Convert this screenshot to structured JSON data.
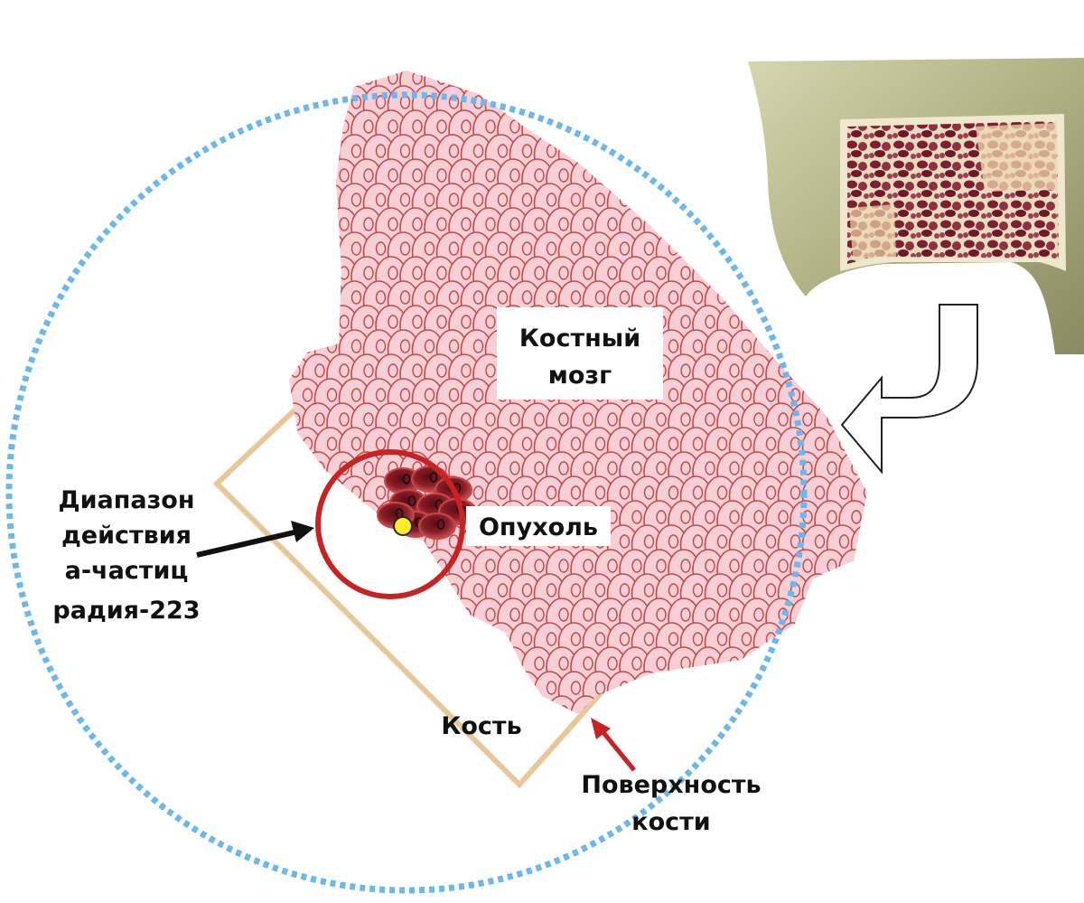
{
  "labels": {
    "marrow_line1": "Костный",
    "marrow_line2": "мозг",
    "tumor": "Опухоль",
    "range_line1": "Диапазон",
    "range_line2": "действия",
    "range_line3": "а-частиц",
    "range_line4": "радия-223",
    "bone": "Кость",
    "surface_line1": "Поверхность",
    "surface_line2": "кости"
  },
  "colors": {
    "cell_fill": "#f7cfd6",
    "cell_stroke": "#c84848",
    "tumor_cell": "#8a1e26",
    "range_circle": "#c82222",
    "dotted_circle": "#6ab8ec",
    "bone_outline": "#e8c898",
    "radium_dot": "#ffee22",
    "surface_text": "#c82222"
  },
  "icons": {
    "bone_cross_section": "bone-cross-section-image",
    "curved_arrow": "curved-arrow-icon"
  }
}
